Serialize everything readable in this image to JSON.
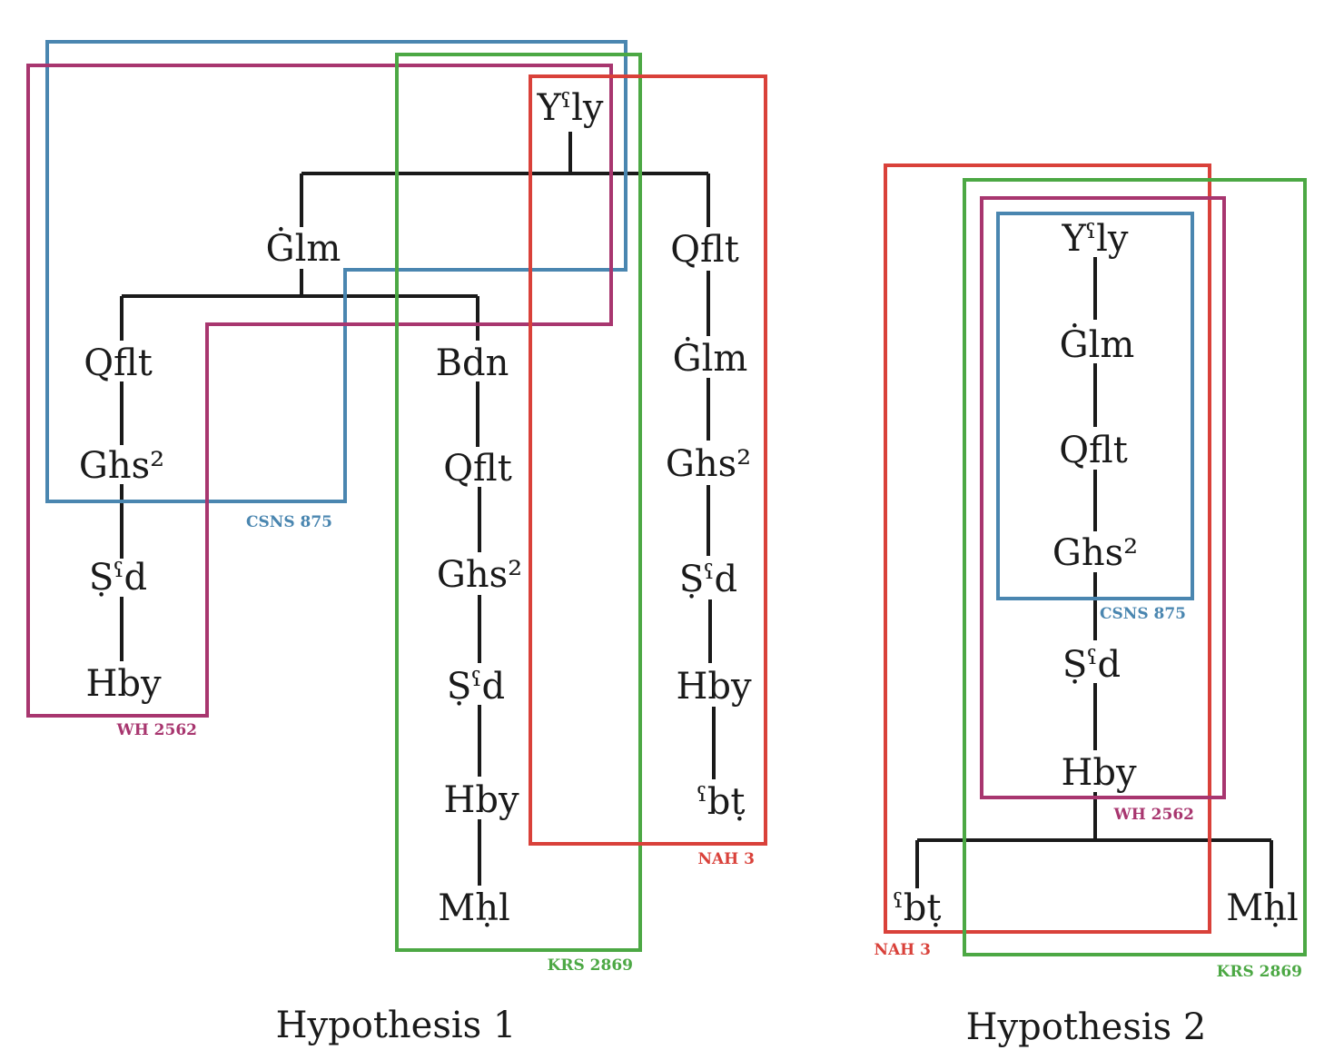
{
  "colors": {
    "CSNS 875": "#4a86b0",
    "WH 2562": "#a8366f",
    "KRS 2869": "#4ca844",
    "NAH 3": "#d9413a",
    "edge": "#1a1a1a"
  },
  "hypotheses": [
    {
      "title": "Hypothesis 1",
      "nodes": [
        {
          "id": "yly",
          "label": "Yˁly"
        },
        {
          "id": "glm_a",
          "label": "Ġlm"
        },
        {
          "id": "qflt_r",
          "label": "Qflt"
        },
        {
          "id": "qflt_l",
          "label": "Qflt"
        },
        {
          "id": "bdn",
          "label": "Bdn"
        },
        {
          "id": "ghs_l",
          "label": "Ghs²"
        },
        {
          "id": "sd_l",
          "label": "Ṣˁd"
        },
        {
          "id": "hby_l",
          "label": "Hby"
        },
        {
          "id": "qflt_m",
          "label": "Qflt"
        },
        {
          "id": "ghs_m",
          "label": "Ghs²"
        },
        {
          "id": "sd_m",
          "label": "Ṣˁd"
        },
        {
          "id": "hby_m",
          "label": "Hby"
        },
        {
          "id": "mhl_m",
          "label": "Mḥl"
        },
        {
          "id": "glm_r",
          "label": "Ġlm"
        },
        {
          "id": "ghs_r",
          "label": "Ghs²"
        },
        {
          "id": "sd_r",
          "label": "Ṣˁd"
        },
        {
          "id": "hby_r",
          "label": "Hby"
        },
        {
          "id": "bt_r",
          "label": "ˁbṭ"
        }
      ],
      "boxes": [
        {
          "label": "CSNS 875"
        },
        {
          "label": "WH 2562"
        },
        {
          "label": "KRS 2869"
        },
        {
          "label": "NAH 3"
        }
      ]
    },
    {
      "title": "Hypothesis 2",
      "nodes": [
        {
          "id": "yly",
          "label": "Yˁly"
        },
        {
          "id": "glm",
          "label": "Ġlm"
        },
        {
          "id": "qflt",
          "label": "Qflt"
        },
        {
          "id": "ghs",
          "label": "Ghs²"
        },
        {
          "id": "sd",
          "label": "Ṣˁd"
        },
        {
          "id": "hby",
          "label": "Hby"
        },
        {
          "id": "bt",
          "label": "ˁbṭ"
        },
        {
          "id": "mhl",
          "label": "Mḥl"
        }
      ],
      "boxes": [
        {
          "label": "NAH 3"
        },
        {
          "label": "KRS 2869"
        },
        {
          "label": "WH 2562"
        },
        {
          "label": "CSNS 875"
        }
      ]
    }
  ]
}
